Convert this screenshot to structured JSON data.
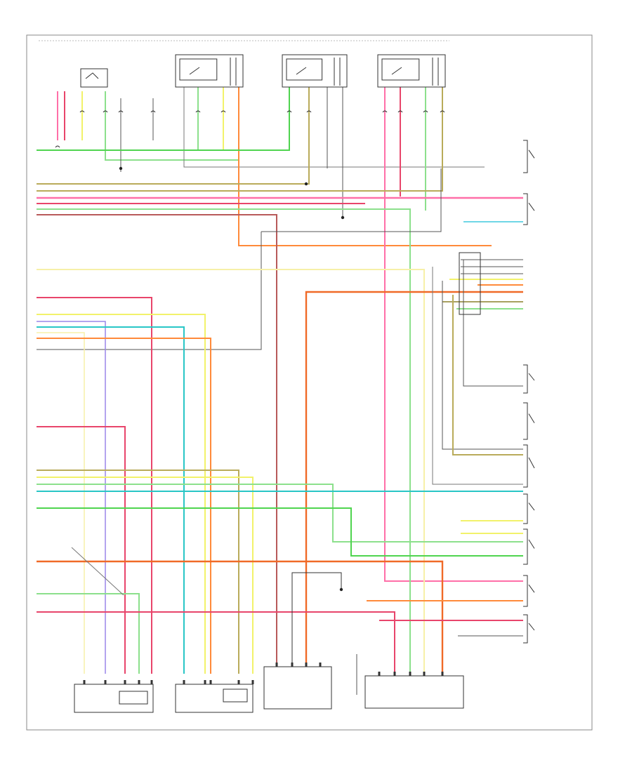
{
  "diagram": {
    "footer_code": "",
    "bottom_components": [
      {
        "id": "left_module",
        "label_lines": [
          "",
          "",
          ""
        ]
      },
      {
        "id": "center_left_module",
        "label_lines": [
          "",
          ""
        ]
      },
      {
        "id": "center_module",
        "label_lines": [
          "",
          "",
          "",
          ""
        ]
      },
      {
        "id": "small_sensor",
        "label_lines": [
          "",
          "",
          ""
        ]
      },
      {
        "id": "right_module",
        "label_lines": [
          "",
          "",
          "",
          "",
          ""
        ]
      }
    ],
    "right_components": [
      {
        "id": "rc1"
      },
      {
        "id": "rc2"
      },
      {
        "id": "rc3"
      },
      {
        "id": "rc4"
      },
      {
        "id": "rc5"
      },
      {
        "id": "rc6"
      },
      {
        "id": "rc7"
      },
      {
        "id": "rc8"
      }
    ],
    "wire_colors": {
      "pink": "#ff6fa8",
      "red": "#e8456b",
      "light_green": "#8ce08c",
      "green": "#4fd44f",
      "yellow": "#f2f26a",
      "pale_yellow": "#f7f0a8",
      "orange": "#ff8a3a",
      "dark_orange": "#f06a28",
      "tan": "#b9ab5a",
      "olive": "#a8a060",
      "teal": "#29c6c6",
      "cyan": "#6fd6e6",
      "violet": "#9a86e8",
      "brown_red": "#b85a5a",
      "gray": "#777777",
      "black": "#222222"
    }
  }
}
